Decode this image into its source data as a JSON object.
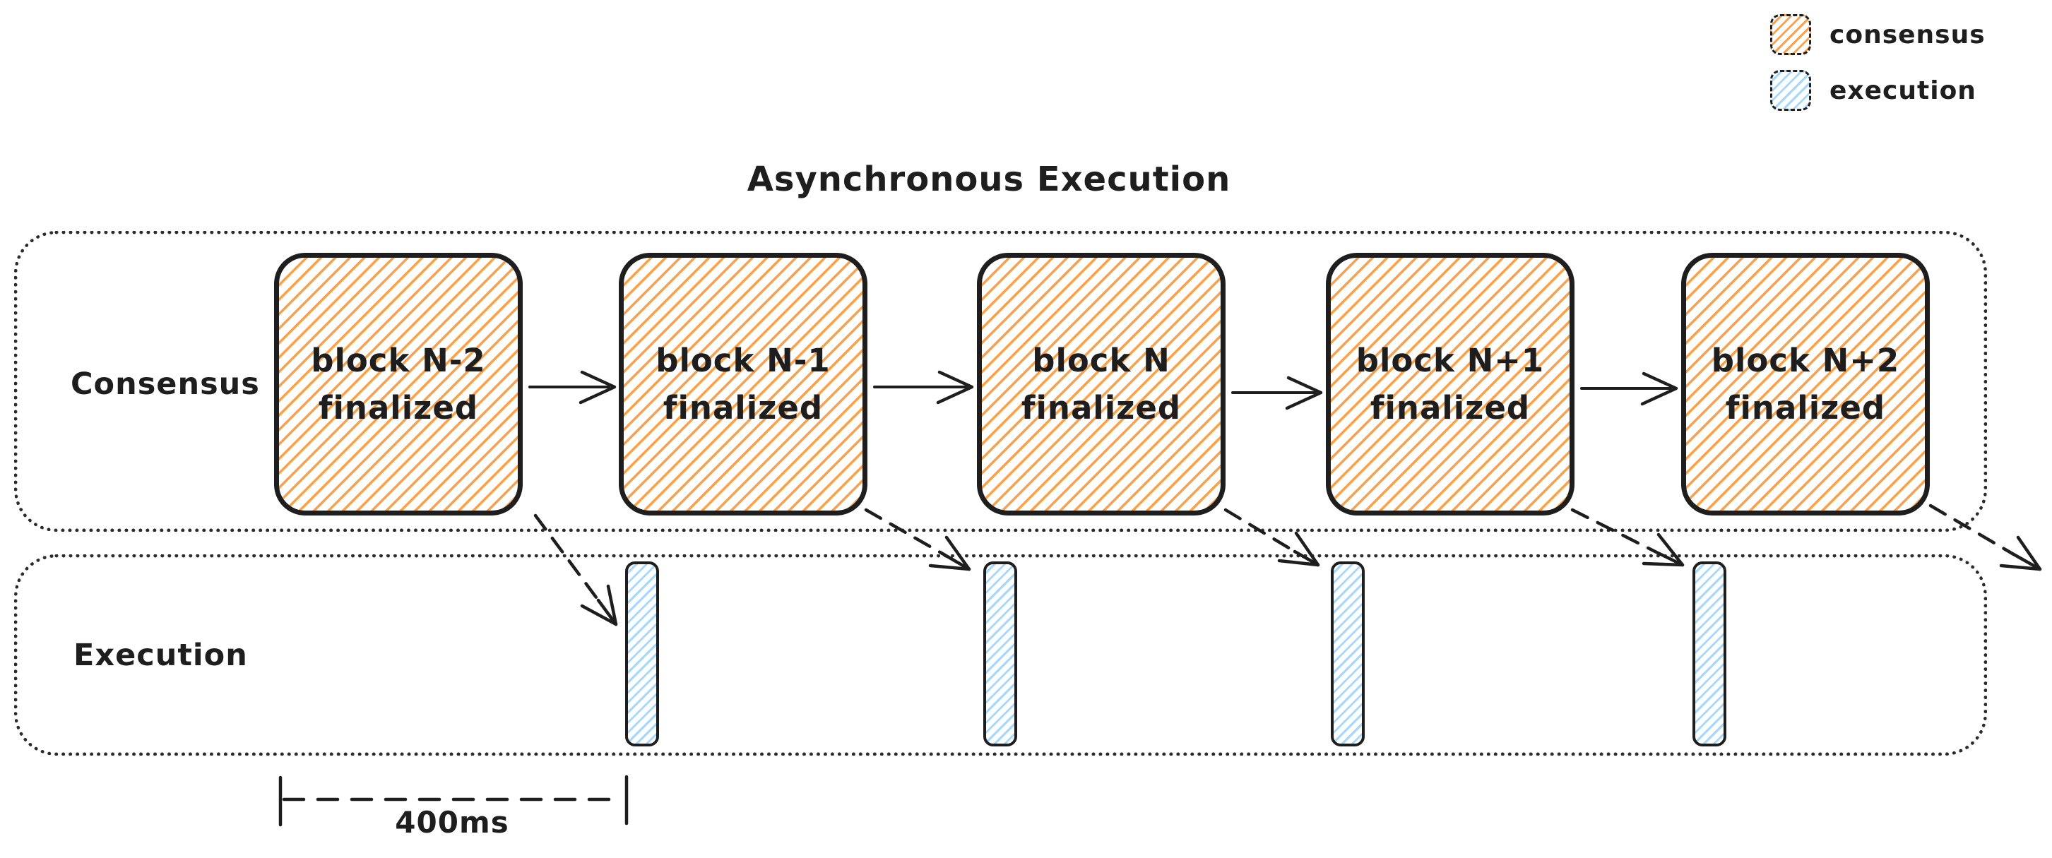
{
  "title": "Asynchronous Execution",
  "legend": {
    "items": [
      {
        "label": "consensus",
        "swatch": "orange-hatch",
        "color": "#f9a24b"
      },
      {
        "label": "execution",
        "swatch": "blue-hatch",
        "color": "#a5d8ff"
      }
    ]
  },
  "consensus_lane": {
    "label": "Consensus",
    "blocks": [
      {
        "line1": "block N-2",
        "line2": "finalized"
      },
      {
        "line1": "block N-1",
        "line2": "finalized"
      },
      {
        "line1": "block N",
        "line2": "finalized"
      },
      {
        "line1": "block N+1",
        "line2": "finalized"
      },
      {
        "line1": "block N+2",
        "line2": "finalized"
      }
    ]
  },
  "execution_lane": {
    "label": "Execution",
    "bar_count": 4
  },
  "timing": {
    "label": "400ms"
  },
  "colors": {
    "ink": "#1e1e1e",
    "consensus_hatch": "#f9a24b",
    "execution_hatch": "#a5d8ff",
    "background": "#ffffff"
  }
}
